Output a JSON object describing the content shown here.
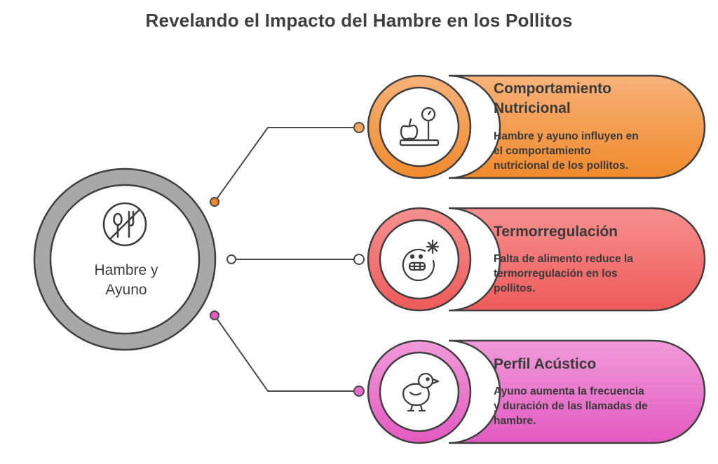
{
  "title": "Revelando el Impacto del Hambre en los Pollitos",
  "center": {
    "label_line1": "Hambre y",
    "label_line2": "Ayuno",
    "icon": "no-eating-icon"
  },
  "items": [
    {
      "title_line1": "Comportamiento",
      "title_line2": "Nutricional",
      "desc_line1": "Hambre y ayuno influyen en",
      "desc_line2": "el comportamiento",
      "desc_line3": "nutricional de los pollitos.",
      "icon": "apple-scale-icon",
      "color": "#f3953d"
    },
    {
      "title_line1": "Termorregulación",
      "desc_line1": "Falta de alimento reduce la",
      "desc_line2": "termorregulación en los",
      "desc_line3": "pollitos.",
      "icon": "freezing-face-icon",
      "color": "#f26b6b"
    },
    {
      "title_line1": "Perfil Acústico",
      "desc_line1": "Ayuno aumenta la frecuencia",
      "desc_line2": "y duración de las llamadas de",
      "desc_line3": "hambre.",
      "icon": "chick-icon",
      "color": "#e86bc9"
    }
  ]
}
